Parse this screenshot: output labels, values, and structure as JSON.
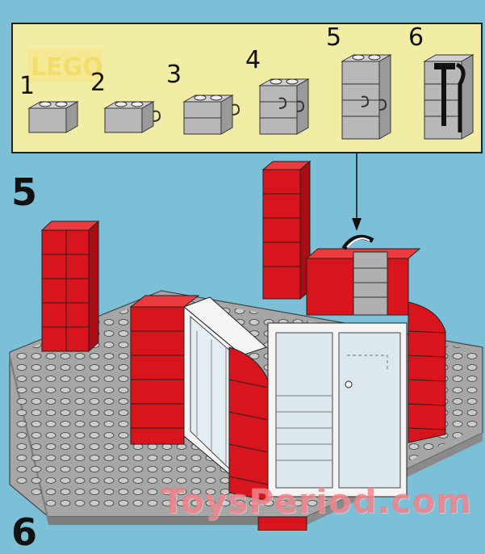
{
  "steps": {
    "big_step": "5",
    "next_step": "6",
    "mini_steps": [
      "1",
      "2",
      "3",
      "4",
      "5",
      "6"
    ]
  },
  "logo_text": "LEGO",
  "watermark": "ToysPeriod.com",
  "colors": {
    "background": "#7cc0d8",
    "panel": "#f2eda5",
    "brick_red": "#d8141c",
    "baseplate": "#a6a6a6",
    "window_white": "#f4f4f4"
  }
}
